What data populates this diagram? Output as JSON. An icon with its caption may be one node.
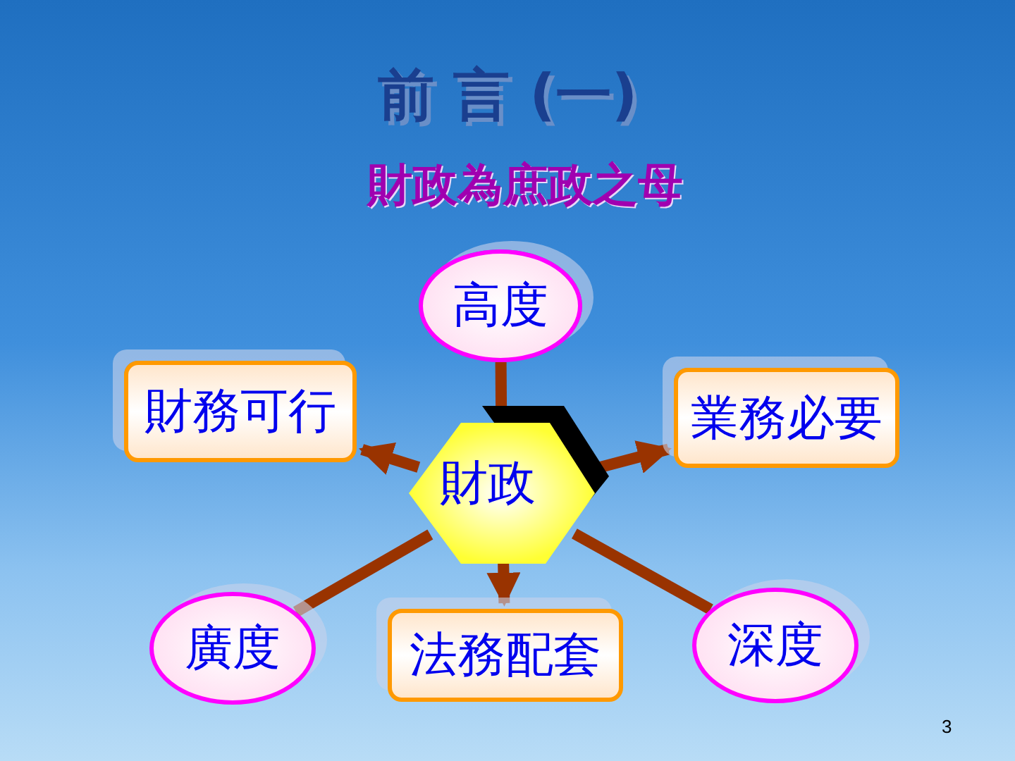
{
  "diagram": {
    "title": "前 言 (一)",
    "nodes": [
      {
        "text": [
          "高度"
        ]
      },
      {
        "text": [
          "財務可行"
        ]
      },
      {
        "text": [
          "業務必要"
        ]
      },
      {
        "text": [
          "財政"
        ]
      },
      {
        "text": [
          "廣度"
        ]
      },
      {
        "text": [
          "法務配套"
        ]
      },
      {
        "text": [
          "深度"
        ]
      }
    ],
    "edges": [
      {
        "from": 3,
        "to": 0,
        "arrow": "none"
      },
      {
        "from": 3,
        "to": 1,
        "arrow": "to"
      },
      {
        "from": 3,
        "to": 2,
        "arrow": "to"
      },
      {
        "from": 3,
        "to": 4,
        "arrow": "none"
      },
      {
        "from": 3,
        "to": 5,
        "arrow": "to"
      },
      {
        "from": 3,
        "to": 6,
        "arrow": "none"
      }
    ],
    "labels": [
      "財政為庶政之母",
      "3"
    ]
  }
}
